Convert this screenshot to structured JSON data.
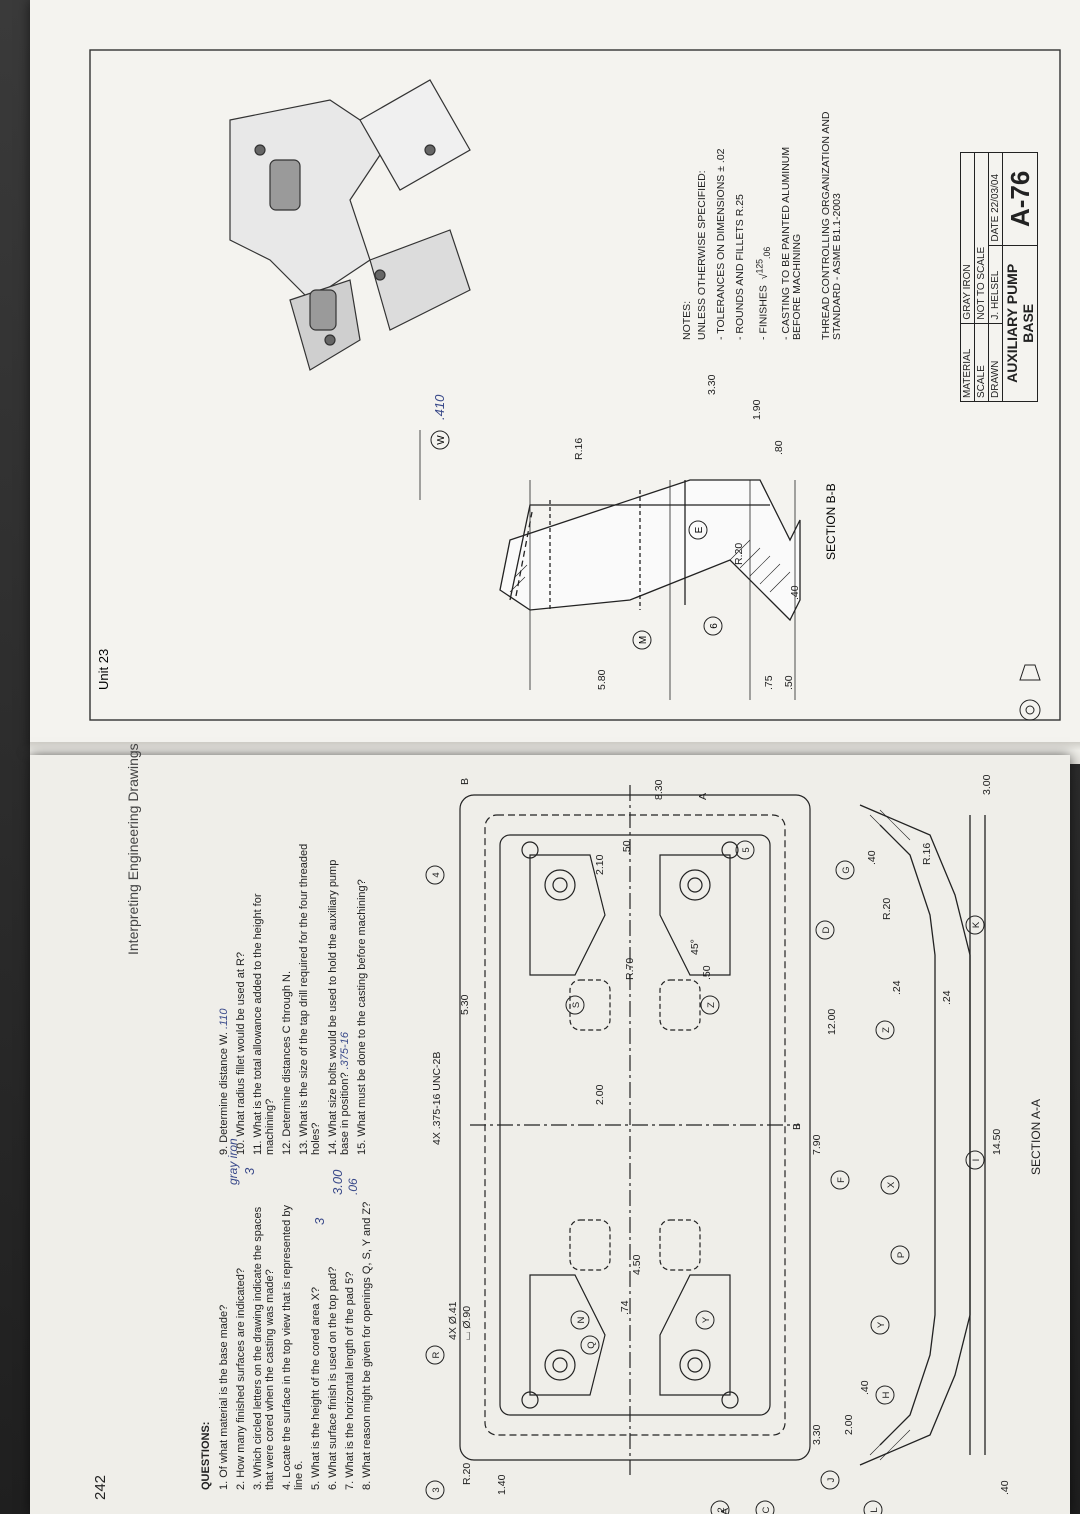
{
  "left_page": {
    "page_number": "242",
    "running_head": "Interpreting Engineering Drawings",
    "questions_title": "QUESTIONS:",
    "questions": [
      "1.  Of what material is the base made?",
      "2.  How many finished surfaces are indicated?",
      "3.  Which circled letters on the drawing indicate the spaces that were cored when the casting was made?",
      "4.  Locate the surface in the top view that is represented by line 6.",
      "5.  What is the height of the cored area X?",
      "6.  What surface finish is used on the top pad?",
      "7.  What is the horizontal length of the pad 5?",
      "8.  What reason might be given for openings Q, S, Y and Z?",
      "9.  Determine distance W.",
      "10. What radius fillet would be used at R?",
      "11. What is the total allowance added to the height for machining?",
      "12. Determine distances C through N.",
      "13. What is the size of the tap drill required for the four threaded holes?",
      "14. What size bolts would be used to hold the auxiliary pump base in position?",
      "15. What must be done to the casting before machining?"
    ],
    "handwritten": [
      "gray iron",
      "3",
      "3",
      "3.00",
      ".06",
      ".110",
      ".375-16"
    ],
    "drawing_labels": {
      "hole_callout": "4X Ø.41",
      "counterbore": "⌴ Ø.90",
      "thread_callout": "4X .375-16 UNC-2B",
      "section_a_title": "SECTION A-A",
      "section_marker_a": "A",
      "section_marker_b": "B"
    },
    "dimensions": [
      "5.30",
      "2.00",
      "2.10",
      "8.30",
      "R.70",
      ".50",
      ".50",
      "45°",
      "4.50",
      ".74",
      "R.20",
      "1.40",
      "3.30",
      "2.00",
      ".40",
      "7.90",
      "12.00",
      "14.50",
      ".24",
      ".24",
      "R.20",
      "R.16",
      ".40",
      "3.00",
      ".40"
    ],
    "circled_letters": [
      "R",
      "Q",
      "N",
      "Y",
      "S",
      "Z",
      "3",
      "4",
      "2",
      "5",
      "C",
      "J",
      "L",
      "H",
      "Y",
      "P",
      "X",
      "F",
      "Z",
      "I",
      "D",
      "G",
      "K"
    ]
  },
  "right_page": {
    "unit_label": "Unit 23",
    "section_b_title": "SECTION B-B",
    "dimensions": [
      "R.16",
      "5.80",
      ".75",
      ".50",
      ".40",
      ".80",
      "1.90",
      "3.30",
      "R.20"
    ],
    "circled_letters": [
      "W",
      "M",
      "6",
      "E"
    ],
    "handwritten_w": ".410",
    "notes_title": "NOTES:",
    "notes": [
      "UNLESS OTHERWISE SPECIFIED:",
      "-   TOLERANCES ON DIMENSIONS ± .02",
      "-   ROUNDS AND FILLETS R.25",
      "-   FINISHES",
      "-   CASTING TO BE PAINTED ALUMINUM BEFORE MACHINING"
    ],
    "finish_values": [
      "125",
      ".06"
    ],
    "thread_note": "THREAD CONTROLLING ORGANIZATION AND STANDARD - ASME B1.1-2003",
    "title_block": {
      "material_label": "MATERIAL",
      "material_value": "GRAY IRON",
      "scale_label": "SCALE",
      "scale_value": "NOT TO SCALE",
      "drawn_label": "DRAWN",
      "drawn_value": "J. HELSEL",
      "date_label": "DATE",
      "date_value": "22/03/04",
      "title": "AUXILIARY PUMP",
      "subtitle": "BASE",
      "drawing_number": "A-76"
    }
  }
}
